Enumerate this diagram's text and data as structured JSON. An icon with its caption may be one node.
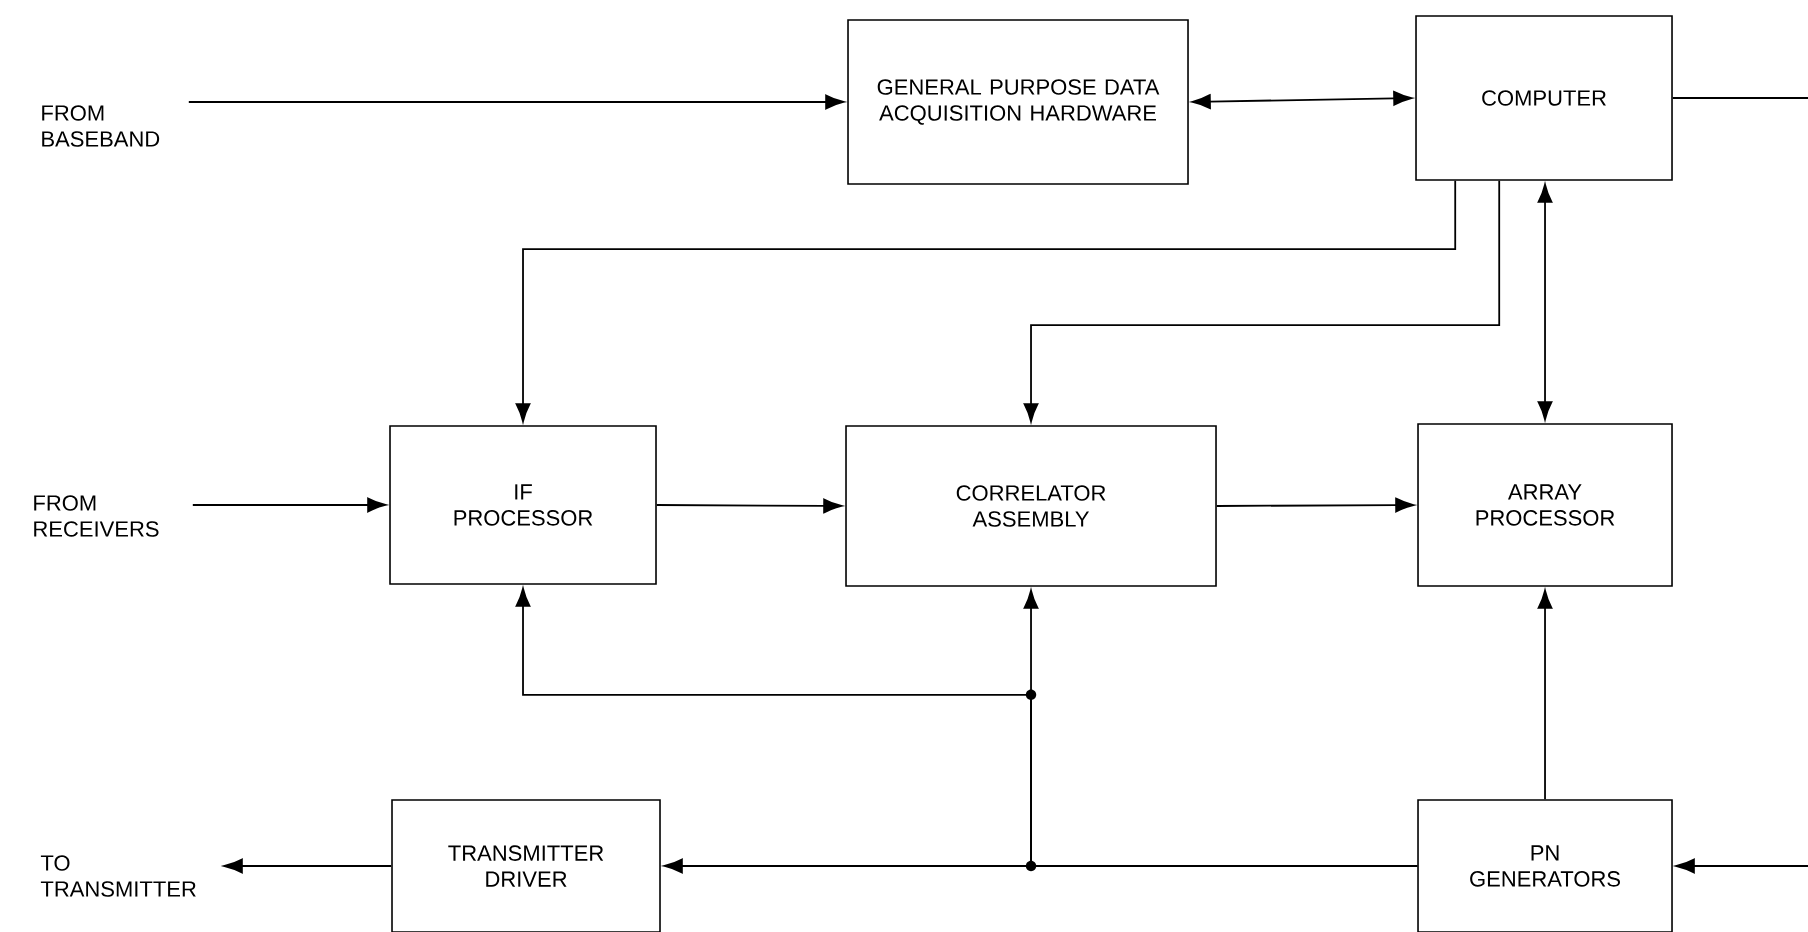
{
  "diagram": {
    "nodes": [
      {
        "text": [
          "FROM BASEBAND"
        ]
      },
      {
        "text": [
          "GENERAL PURPOSE DATA ACQUISITION HARDWARE"
        ]
      },
      {
        "text": [
          "COMPUTER"
        ]
      },
      {
        "text": [
          "FROM RECEIVERS"
        ]
      },
      {
        "text": [
          "IF PROCESSOR"
        ]
      },
      {
        "text": [
          "CORRELATOR ASSEMBLY"
        ]
      },
      {
        "text": [
          "ARRAY PROCESSOR"
        ]
      },
      {
        "text": [
          "TO TRANSMITTER"
        ]
      },
      {
        "text": [
          "TRANSMITTER DRIVER"
        ]
      },
      {
        "text": [
          "PN GENERATORS"
        ]
      }
    ],
    "edges": [
      {
        "from": 0,
        "to": 1,
        "arrow": "to"
      },
      {
        "from": 1,
        "to": 2,
        "arrow": "both"
      },
      {
        "from": 2,
        "to": null,
        "arrow": "none"
      },
      {
        "from": 2,
        "to": 4,
        "arrow": "to"
      },
      {
        "from": 2,
        "to": 5,
        "arrow": "to"
      },
      {
        "from": 6,
        "to": 2,
        "arrow": "both"
      },
      {
        "from": 3,
        "to": 4,
        "arrow": "to"
      },
      {
        "from": 4,
        "to": 5,
        "arrow": "to"
      },
      {
        "from": 5,
        "to": 6,
        "arrow": "to"
      },
      {
        "from": 9,
        "to": 6,
        "arrow": "to"
      },
      {
        "from": null,
        "to": 9,
        "arrow": "to"
      },
      {
        "from": 9,
        "to": 8,
        "arrow": "to"
      },
      {
        "from": 9,
        "to": 5,
        "arrow": "to"
      },
      {
        "from": 9,
        "to": 4,
        "arrow": "to"
      },
      {
        "from": 8,
        "to": 7,
        "arrow": "to"
      }
    ]
  }
}
